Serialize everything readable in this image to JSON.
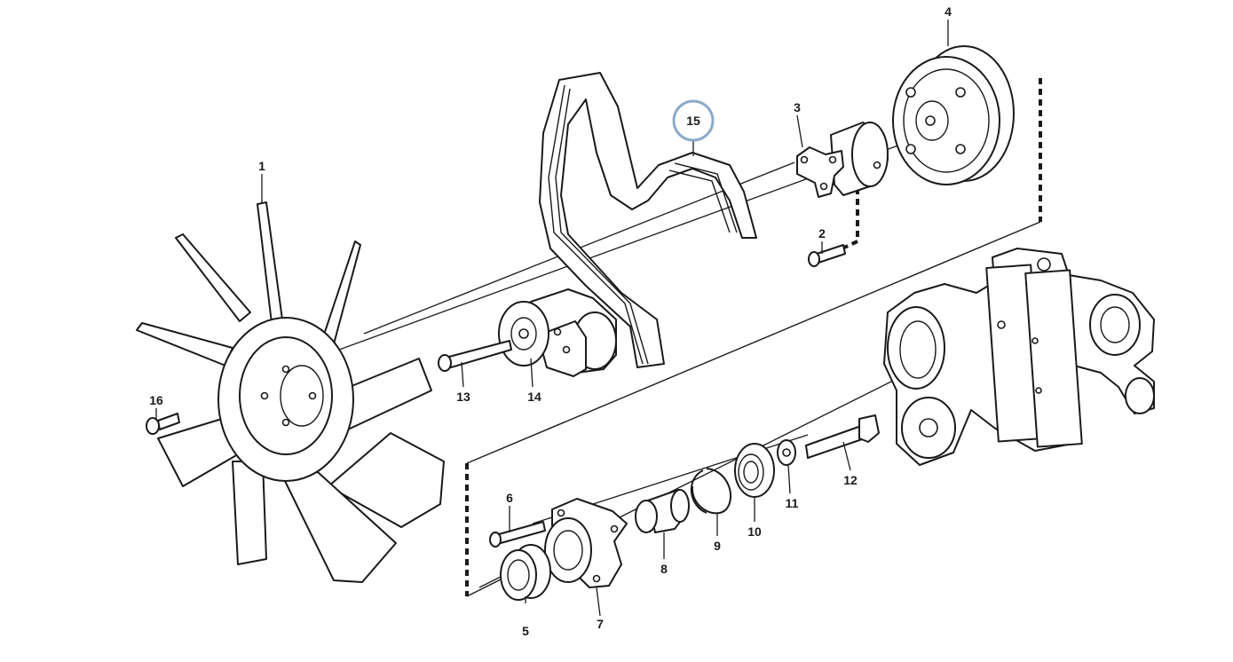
{
  "diagram": {
    "highlight_color": "#8aaac8",
    "ink_color": "#1a1a1a",
    "highlighted_callout": "15",
    "callouts": [
      "1",
      "2",
      "3",
      "4",
      "5",
      "6",
      "7",
      "8",
      "9",
      "10",
      "11",
      "12",
      "13",
      "14",
      "15",
      "16"
    ],
    "parts": [
      "fan",
      "pulley-bolt",
      "pulley-hub",
      "crank-pulley",
      "bearing",
      "hub-bolt",
      "fan-hub",
      "spacer",
      "snap-ring",
      "bearing",
      "washer",
      "long-bolt",
      "tensioner-bolt",
      "belt-tensioner",
      "poly-v-belt",
      "fan-bolt"
    ]
  }
}
